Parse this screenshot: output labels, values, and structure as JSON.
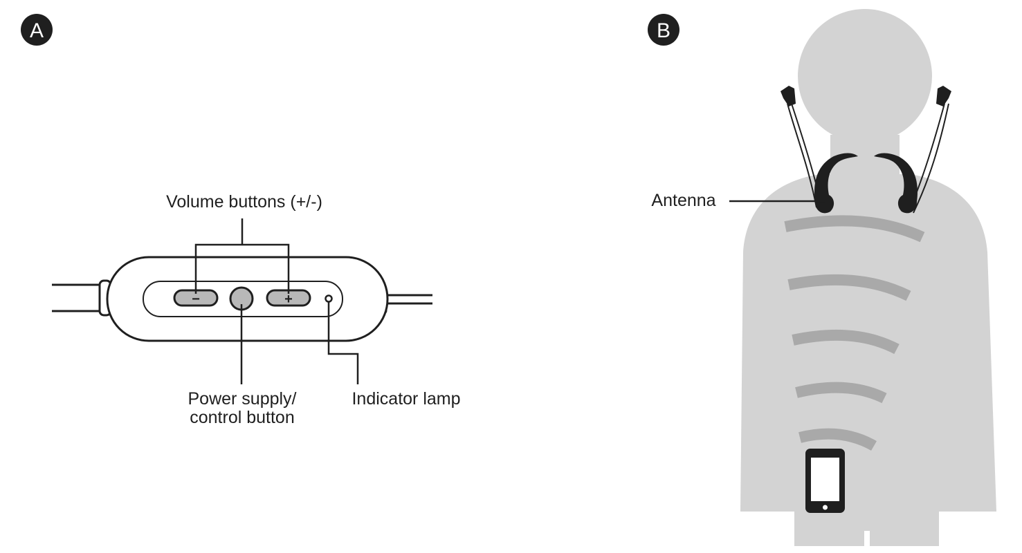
{
  "panel_a": {
    "badge": "A",
    "labels": {
      "volume": "Volume buttons (+/-)",
      "power_line1": "Power supply/",
      "power_line2": "control button",
      "indicator": "Indicator lamp"
    },
    "buttons": {
      "minus": "−",
      "plus": "+"
    }
  },
  "panel_b": {
    "badge": "B",
    "labels": {
      "antenna": "Antenna"
    }
  },
  "colors": {
    "ink": "#1f1f1f",
    "body_gray": "#d3d3d3",
    "wave_gray": "#a9a9a9",
    "button_gray": "#b8b8b8"
  }
}
